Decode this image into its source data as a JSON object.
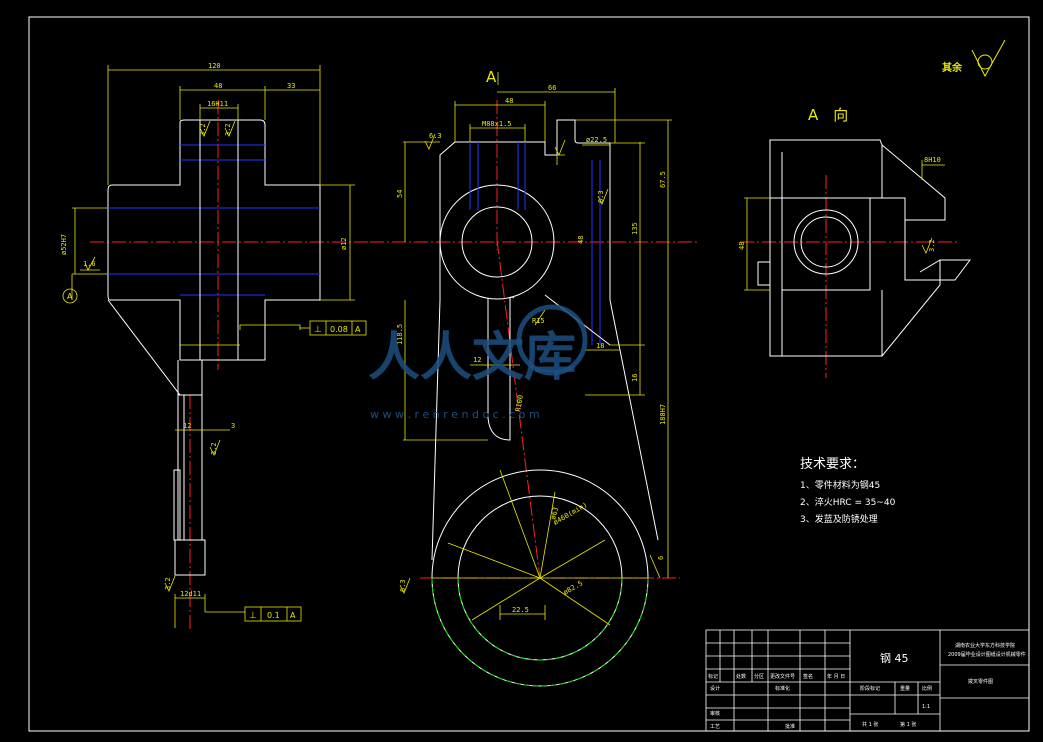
{
  "colors": {
    "outline": "#ffffff",
    "dimension": "#e8e800",
    "center": "#ff2020",
    "hidden": "#2233ff",
    "phantom": "#00e000",
    "watermark": "#1c4f80"
  },
  "front_view": {
    "dims": {
      "width": "120",
      "bore": "48",
      "right": "33",
      "keyway": "16H11",
      "dia_left": "ø52H7",
      "dia_right": "ø12",
      "slot": "12",
      "rough1": "1.6",
      "rough2": "3.2",
      "rough3": "6.3",
      "bottom": "12d11",
      "small": "3"
    },
    "datum": "A",
    "tol1": {
      "sym": "⊥",
      "val": "0.08",
      "ref": "A"
    },
    "tol2": {
      "sym": "⊥",
      "val": "0.1",
      "ref": "A"
    }
  },
  "side_view": {
    "label": "A",
    "dims": {
      "top": "66",
      "w48": "48",
      "thread": "M88x1.5",
      "slot": "ø22.5",
      "h54": "54",
      "h135": "135",
      "h675": "67.5",
      "h48": "48",
      "r15": "R15",
      "w12": "12",
      "h1185": "118.5",
      "w18": "18",
      "h16": "16",
      "h180": "180H7",
      "r100": "R100",
      "dia": "ø63",
      "d460": "ø460(min)",
      "d825": "ø82.5",
      "w225": "22.5",
      "r6": "6",
      "rough": "6.3",
      "rough2": "6.3"
    }
  },
  "a_view": {
    "title": "A　向",
    "dims": {
      "w": "8H10",
      "h": "48",
      "rough": "3.2"
    }
  },
  "other_rough": {
    "label": "其余"
  },
  "tech": {
    "title": "技术要求：",
    "items": [
      "1、零件材料为钢45",
      "2、淬火HRC = 35~40",
      "3、发蓝及防锈处理"
    ]
  },
  "titleblock": {
    "material": "钢 45",
    "school": "湖南农业大学东方科技学院",
    "school2": "2009届毕业设计图纸设计机械零件",
    "drawing_name": "拨叉零件图",
    "r1": [
      "标记",
      "处数",
      "分区",
      "更改文件号",
      "签名",
      "年 月 日"
    ],
    "design": "设计",
    "design_name": "标准化",
    "check": "审核",
    "process": "工艺",
    "approve": "批准",
    "stage": "阶段标记",
    "weight": "重量",
    "scale": "比例",
    "scale_val": "1:1",
    "sheets": "共 1 张",
    "sheet_no": "第 1 张"
  },
  "watermark": {
    "text": "人人文库",
    "url": "w w w . r e n r e n d o c . c o m"
  }
}
